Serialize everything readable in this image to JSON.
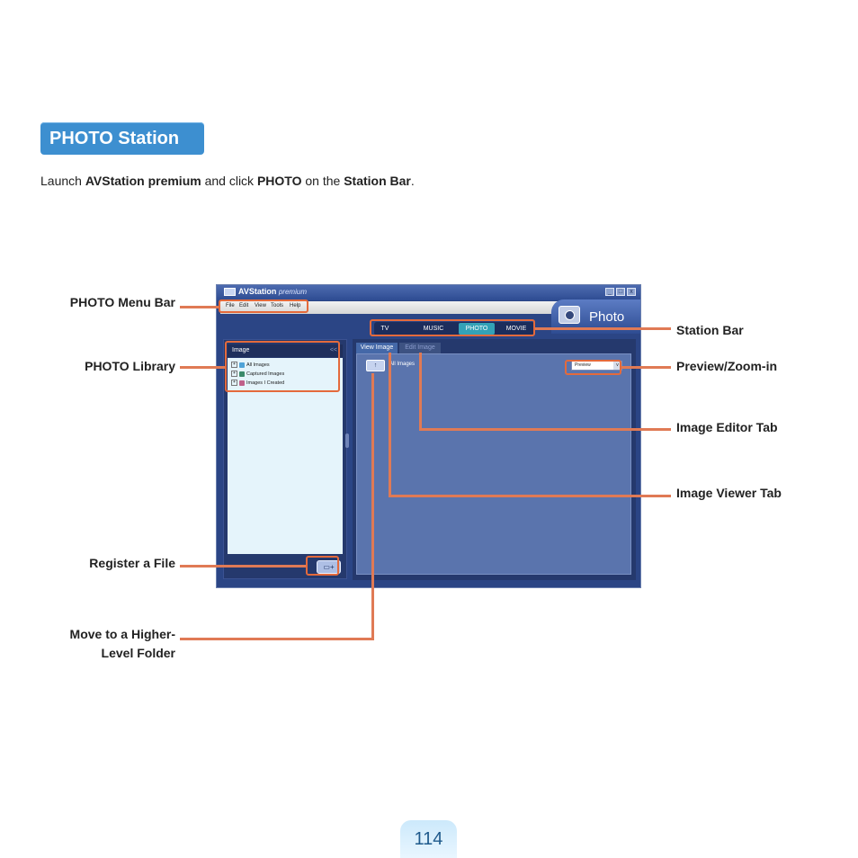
{
  "section": {
    "title": "PHOTO Station"
  },
  "intro": {
    "p1": "Launch ",
    "b1": "AVStation premium",
    "p2": " and click ",
    "b2": "PHOTO",
    "p3": " on the ",
    "b3": "Station Bar",
    "p4": "."
  },
  "labels": {
    "menu_bar": "PHOTO Menu Bar",
    "library": "PHOTO Library",
    "register": "Register a File",
    "move_up_1": "Move to a Higher-",
    "move_up_2": "Level Folder",
    "station_bar": "Station Bar",
    "preview": "Preview/Zoom-in",
    "editor_tab": "Image Editor Tab",
    "viewer_tab": "Image Viewer Tab"
  },
  "app": {
    "name": "AVStation",
    "name_suffix": "premium",
    "window_buttons": [
      "_",
      "□",
      "x"
    ],
    "menu": [
      "File",
      "Edit",
      "View",
      "Tools",
      "Help"
    ],
    "banner": "Photo",
    "station_tabs": [
      "TV",
      "MUSIC",
      "PHOTO",
      "MOVIE"
    ],
    "active_station": "PHOTO",
    "library": {
      "header": "Image",
      "collapse": "<<",
      "tree": [
        "All Images",
        "Captured Images",
        "Images I Created"
      ]
    },
    "viewer": {
      "tabs": [
        "View Image",
        "Edit Image"
      ],
      "path": "All Images",
      "up_glyph": "↑",
      "zoom_select": "Preview",
      "zoom_arrow": "v"
    },
    "register_glyph": "+"
  },
  "page": {
    "number": "114"
  },
  "colors": {
    "accent": "#3d8fd0",
    "highlight": "#e46a3c",
    "window": "#2b4585"
  }
}
